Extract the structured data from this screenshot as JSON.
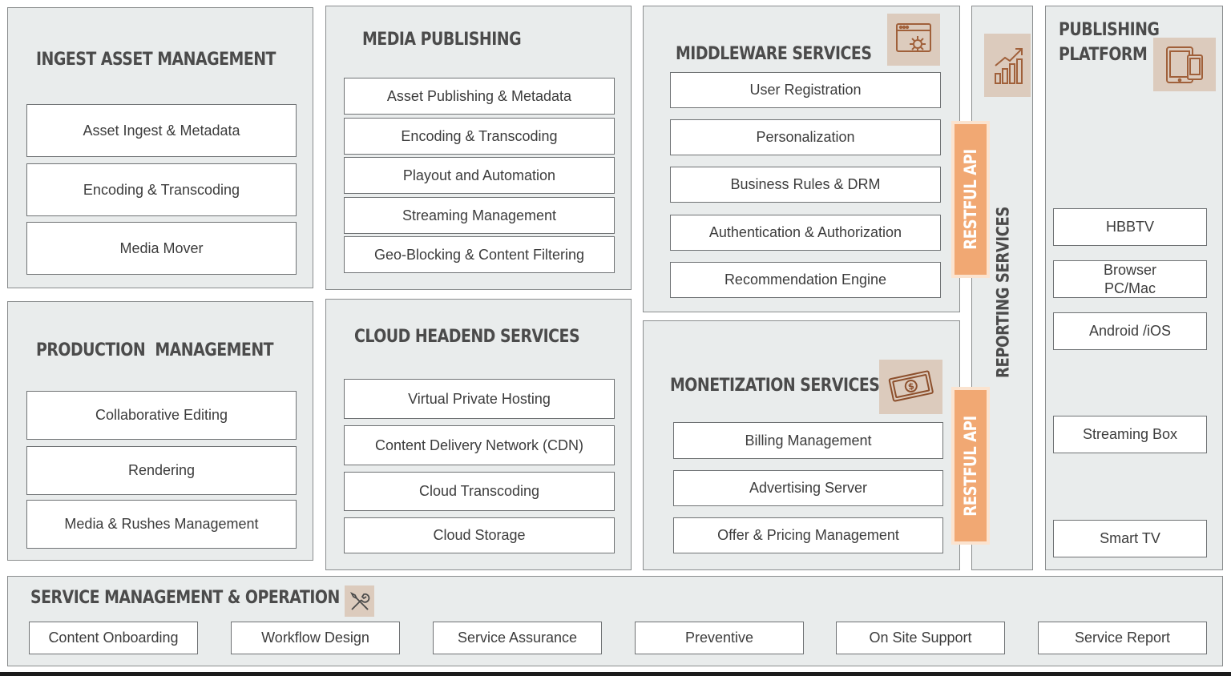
{
  "ingest": {
    "title": "INGEST ASSET MANAGEMENT",
    "items": [
      "Asset Ingest & Metadata",
      "Encoding & Transcoding",
      "Media Mover"
    ]
  },
  "production": {
    "title": "PRODUCTION  MANAGEMENT",
    "items": [
      "Collaborative Editing",
      "Rendering",
      "Media & Rushes Management"
    ]
  },
  "media_publishing": {
    "title": "MEDIA PUBLISHING",
    "items": [
      "Asset Publishing & Metadata",
      "Encoding & Transcoding",
      "Playout and Automation",
      "Streaming Management",
      "Geo-Blocking & Content Filtering"
    ]
  },
  "cloud_headend": {
    "title": "CLOUD HEADEND SERVICES",
    "items": [
      "Virtual Private Hosting",
      "Content Delivery Network (CDN)",
      "Cloud Transcoding",
      "Cloud Storage"
    ]
  },
  "middleware": {
    "title": "MIDDLEWARE SERVICES",
    "icon": "settings-window-icon",
    "items": [
      "User Registration",
      "Personalization",
      "Business Rules & DRM",
      "Authentication & Authorization",
      "Recommendation Engine"
    ]
  },
  "monetization": {
    "title": "MONETIZATION SERVICES",
    "icon": "money-bill-icon",
    "items": [
      "Billing Management",
      "Advertising Server",
      "Offer & Pricing Management"
    ]
  },
  "restful_api": {
    "label_top": "RESTFUL API",
    "label_bottom": "RESTFUL API"
  },
  "reporting": {
    "title": "REPORTING SERVICES",
    "icon": "bar-chart-growth-icon"
  },
  "publishing_platform": {
    "title_line1": "PUBLISHING",
    "title_line2": "PLATFORM",
    "icon": "tablet-phone-icon",
    "items": [
      "HBBTV",
      "Browser",
      "PC/Mac",
      "Android /iOS",
      "Streaming Box",
      "Smart TV"
    ]
  },
  "service_management": {
    "title": "SERVICE MANAGEMENT & OPERATION",
    "icon": "tools-icon",
    "items": [
      "Content Onboarding",
      "Workflow Design",
      "Service Assurance",
      "Preventive",
      "On Site Support",
      "Service Report"
    ]
  },
  "colors": {
    "panel_bg": "#e9ecec",
    "panel_border": "#8a8d8e",
    "title_text": "#4b4b4b",
    "icon_bg": "#dccbbd",
    "icon_stroke": "#a0603a",
    "api_orange": "#f1a873"
  }
}
